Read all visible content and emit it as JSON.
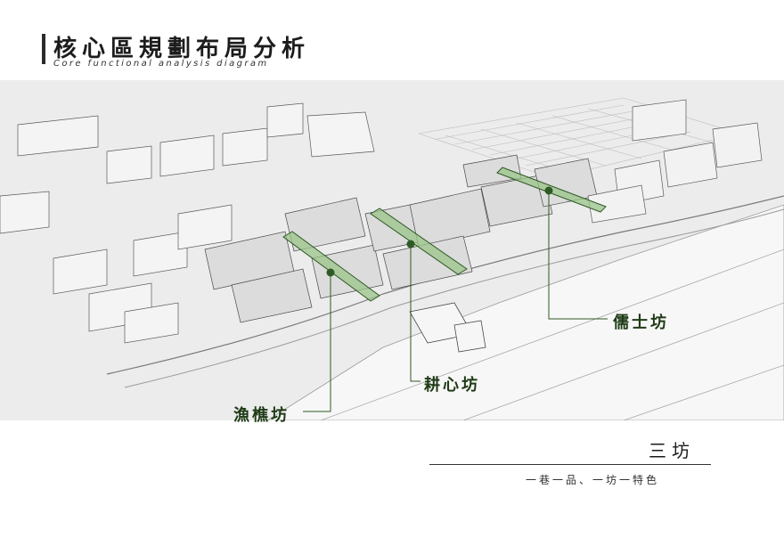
{
  "header": {
    "title": "核心區規劃布局分析",
    "subtitle": "Core functional analysis diagram"
  },
  "diagram": {
    "accent_color": "#2f5a26",
    "band_color": "#9bc48a",
    "labels": [
      {
        "id": "yuqiao",
        "text": "漁樵坊"
      },
      {
        "id": "gengxin",
        "text": "耕心坊"
      },
      {
        "id": "rushi",
        "text": "儒士坊"
      }
    ]
  },
  "summary": {
    "title": "三坊",
    "subtitle": "一巷一品、一坊一特色"
  }
}
